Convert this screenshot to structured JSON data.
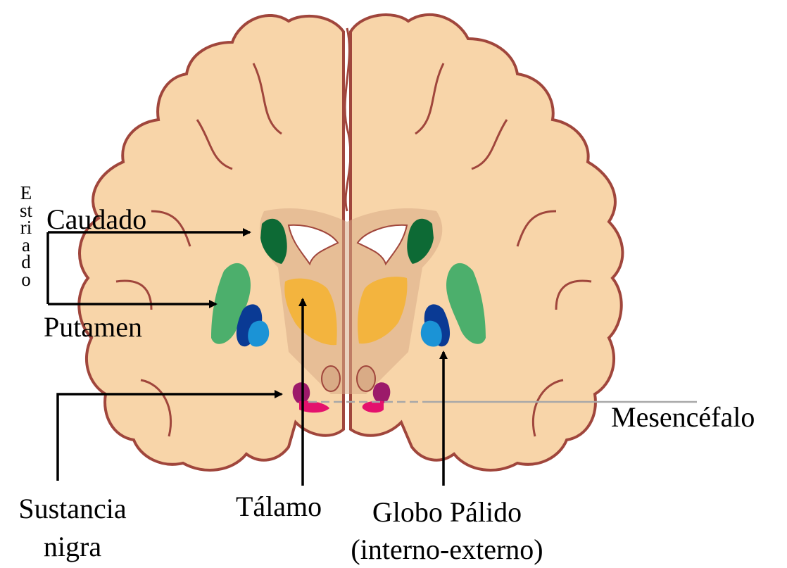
{
  "labels": {
    "estriado": "Estriado",
    "caudado": "Caudado",
    "putamen": "Putamen",
    "sustancia_line1": "Sustancia",
    "sustancia_line2": "nigra",
    "talamo": "Tálamo",
    "globo_line1": "Globo Pálido",
    "globo_line2": "(interno-externo)",
    "mesencefalo": "Mesencéfalo"
  },
  "colors": {
    "brain_fill": "#f8d5a9",
    "brain_outline": "#a0463c",
    "inner_fill": "#d9ab86",
    "caudate": "#0d6a35",
    "putamen": "#4caf6c",
    "globus_pallidus_internal": "#0a3a94",
    "globus_pallidus_external": "#1b93d6",
    "thalamus": "#f3b43e",
    "substantia_nigra_dark": "#9c1a6a",
    "substantia_nigra_light": "#e4116d",
    "ventricle": "#ffffff",
    "arrow": "#000000",
    "midbrain_line": "#a8a8a8"
  }
}
